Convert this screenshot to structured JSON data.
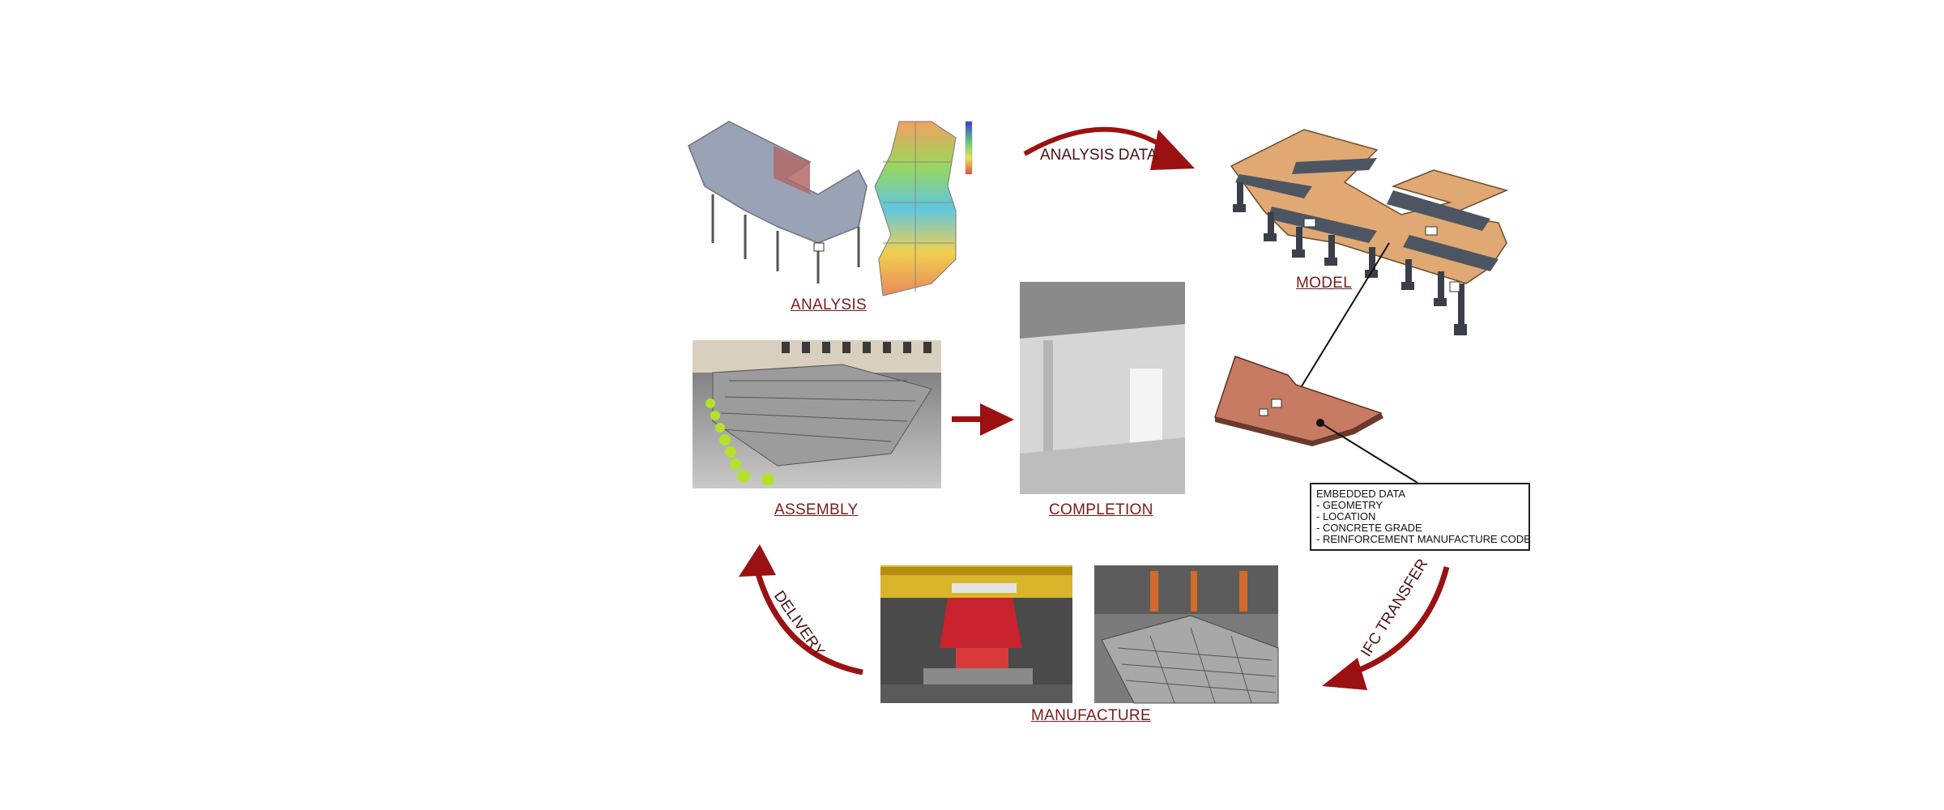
{
  "labels": {
    "analysis": "ANALYSIS",
    "model": "MODEL",
    "assembly": "ASSEMBLY",
    "completion": "COMPLETION",
    "manufacture": "MANUFACTURE"
  },
  "arrows": {
    "analysis_data": "ANALYSIS DATA",
    "delivery": "DELIVERY",
    "ifc_transfer": "IFC TRANSFER"
  },
  "embedded": {
    "title": "EMBEDDED DATA",
    "items": [
      "- GEOMETRY",
      "- LOCATION",
      "- CONCRETE GRADE",
      "- REINFORCEMENT MANUFACTURE CODE"
    ]
  },
  "colors": {
    "arrow": "#9b1111",
    "label": "#7a1a1a",
    "slab": "#e0a872",
    "panel": "#c77b62"
  }
}
